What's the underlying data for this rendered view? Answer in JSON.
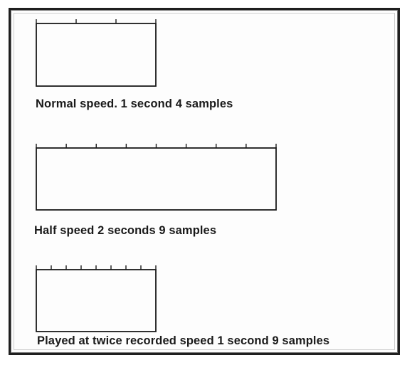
{
  "panels": [
    {
      "caption": "Normal speed. 1 second 4 samples",
      "samples": 4
    },
    {
      "caption": "Half speed 2 seconds 9 samples",
      "samples": 9
    },
    {
      "caption": "Played at twice recorded speed 1 second 9 samples",
      "samples": 9
    }
  ],
  "colors": {
    "stroke": "#1a1a1a",
    "border": "#1f1f1f"
  }
}
